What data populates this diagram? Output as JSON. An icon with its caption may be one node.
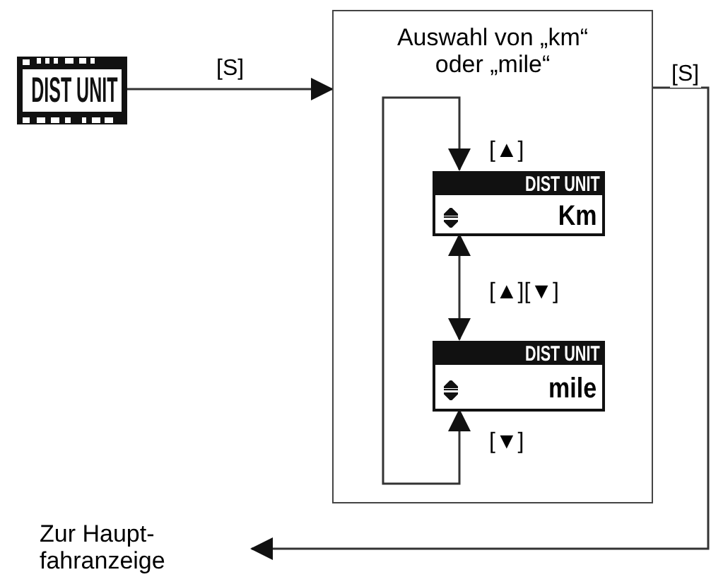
{
  "diagram": {
    "nodes": [
      {
        "text": [
          "DIST UNIT"
        ]
      },
      {
        "text": [
          "Auswahl von „km“ oder „mile“"
        ]
      },
      {
        "text": [
          "DIST UNIT",
          "Km"
        ],
        "in": 1
      },
      {
        "text": [
          "DIST UNIT",
          "mile"
        ],
        "in": 1,
        "beside": [
          "[▼]"
        ]
      },
      {
        "text": [
          "Zur Haupt- fahranzeige"
        ]
      }
    ],
    "edges": [
      {
        "from": 0,
        "to": 1,
        "arrow": "to",
        "label": "[S]"
      },
      {
        "from": 1,
        "to": 4,
        "arrow": "to",
        "label": "[S]"
      },
      {
        "from": 3,
        "to": 2,
        "arrow": "both",
        "label": "[▲]"
      },
      {
        "from": 2,
        "to": 3,
        "arrow": "both",
        "label": "[▲][▼]"
      }
    ]
  }
}
